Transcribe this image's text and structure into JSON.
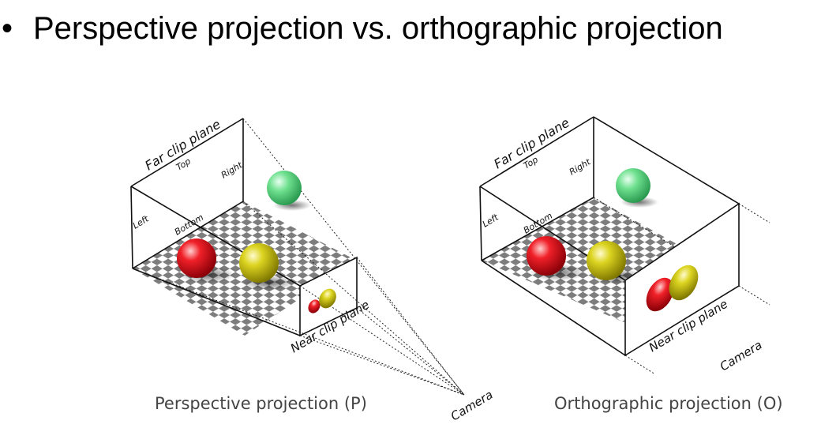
{
  "slide": {
    "bullet": "•",
    "title": "Perspective projection vs. orthographic projection"
  },
  "perspective": {
    "far_clip_plane": "Far clip plane",
    "top": "Top",
    "right": "Right",
    "left": "Left",
    "bottom": "Bottom",
    "near_clip_plane": "Near clip plane",
    "camera": "Camera",
    "caption": "Perspective projection (P)"
  },
  "orthographic": {
    "far_clip_plane": "Far clip plane",
    "top": "Top",
    "right": "Right",
    "left": "Left",
    "bottom": "Bottom",
    "near_clip_plane": "Near clip plane",
    "camera": "Camera",
    "caption": "Orthographic projection (O)"
  },
  "colors": {
    "red_sphere": "#e8121c",
    "yellow_sphere": "#d8d020",
    "green_sphere": "#5cd880",
    "checker_dark": "#7d7d7d",
    "checker_light": "#ffffff"
  }
}
